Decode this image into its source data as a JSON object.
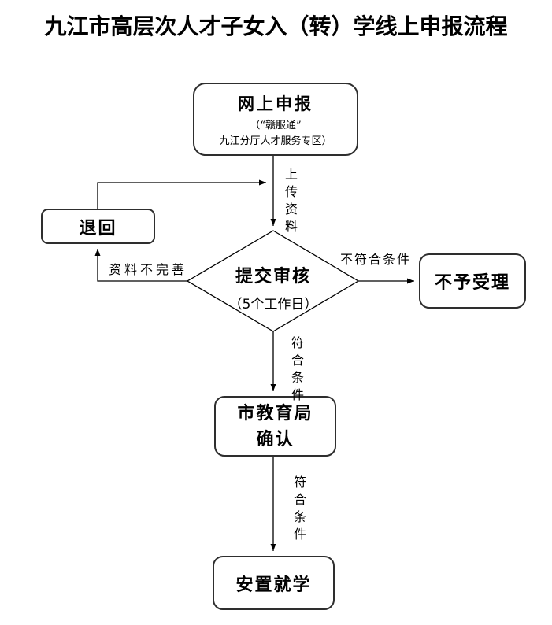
{
  "page": {
    "title": "九江市高层次人才子女入（转）学线上申报流程",
    "background_color": "#ffffff",
    "line_color": "#000000",
    "box_border_color": "#2e2e2e"
  },
  "nodes": {
    "online_application": {
      "title": "网上申报",
      "subtitle_line1": "（“赣服通”",
      "subtitle_line2": "九江分厅人才服务专区）"
    },
    "return": {
      "label": "退回"
    },
    "review": {
      "title": "提交审核",
      "subtitle": "（5个工作日）"
    },
    "reject": {
      "label": "不予受理"
    },
    "edu_bureau": {
      "line1": "市教育局",
      "line2": "确认"
    },
    "placement": {
      "label": "安置就学"
    }
  },
  "edge_labels": {
    "upload": "上传资料",
    "incomplete": "资料不完善",
    "not_eligible": "不符合条件",
    "eligible_to_bureau": "符合条件",
    "eligible_to_placement": "符合条件"
  }
}
